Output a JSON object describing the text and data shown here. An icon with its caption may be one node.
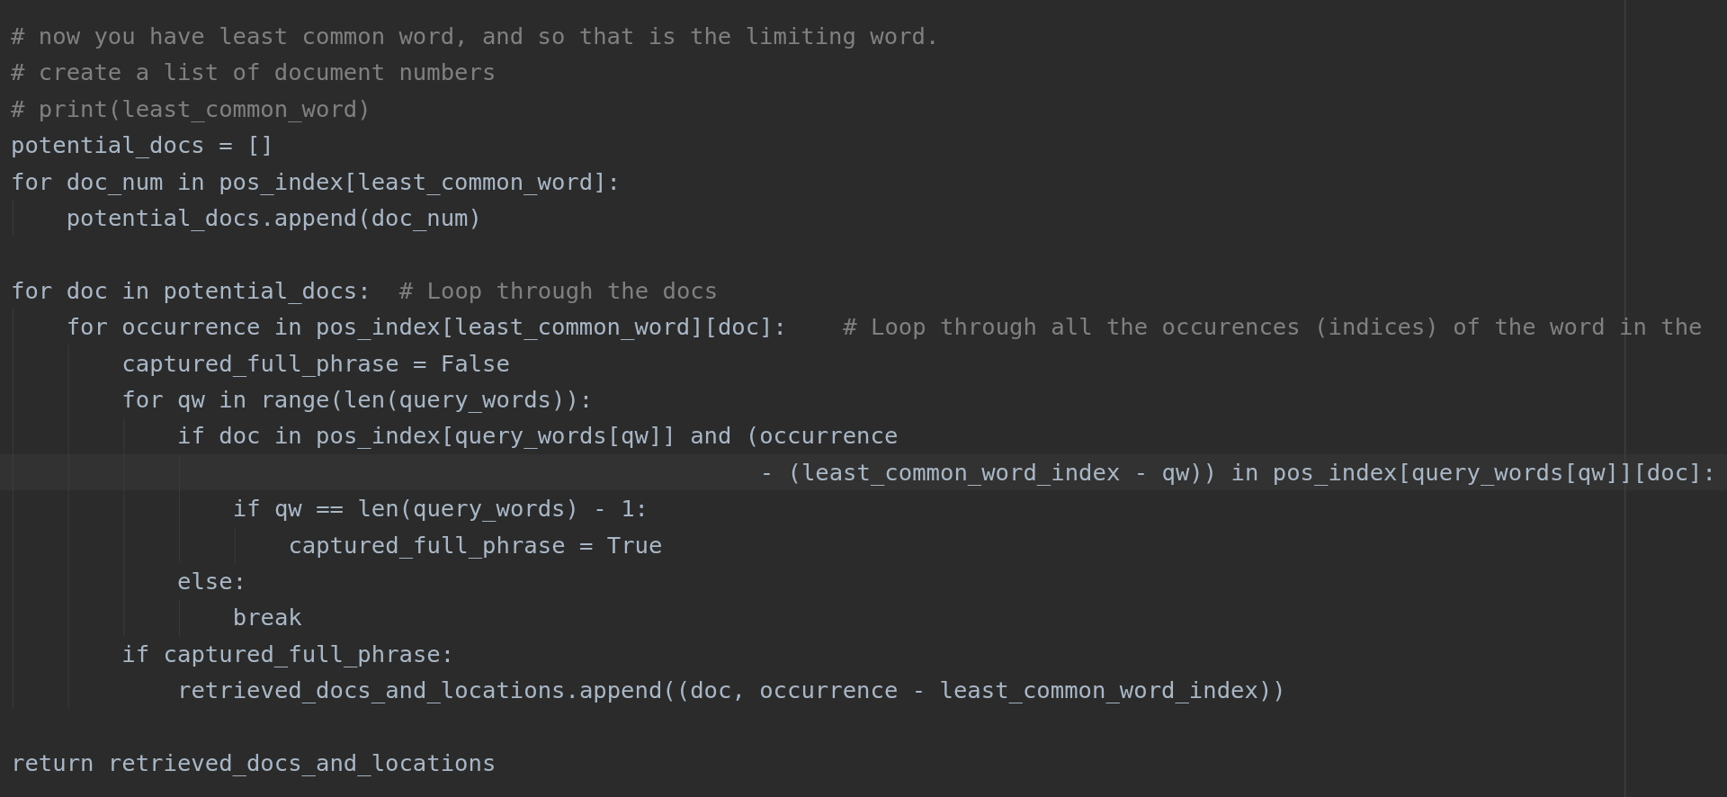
{
  "diagram": {
    "labels": [
      "# now you have least common word, and so that is the limiting word.",
      "# create a list of document numbers",
      "# print(least_common_word)",
      "potential_docs = []",
      "for doc_num in pos_index[least_common_word]:",
      "potential_docs.append(doc_num)",
      "for doc in potential_docs:",
      "# Loop through the docs",
      "for occurrence in pos_index[least_common_word][doc]:",
      "# Loop through all the occurences (indices) of the word in the",
      "captured_full_phrase = False",
      "for qw in range(len(query_words)):",
      "if doc in pos_index[query_words[qw]] and (occurrence",
      "- (least_common_word_index - qw)) in pos_index[query_words[qw]][doc]:",
      "if qw == len(query_words) - 1:",
      "captured_full_phrase = True",
      "else:",
      "break",
      "if captured_full_phrase:",
      "retrieved_docs_and_locations.append((doc, occurrence - least_common_word_index))",
      "return retrieved_docs_and_locations"
    ]
  }
}
